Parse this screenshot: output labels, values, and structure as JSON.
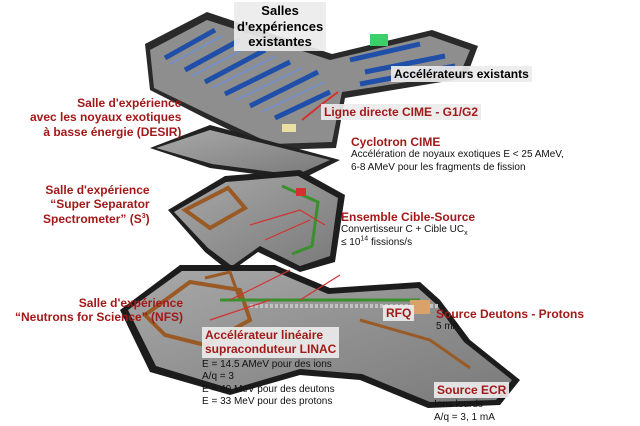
{
  "labels": {
    "existing_halls": [
      "Salles",
      "d'expériences",
      "existantes"
    ],
    "existing_accelerators": "Accélérateurs existants",
    "desir": [
      "Salle d'expérience",
      "avec les noyaux exotiques",
      "à basse énergie (DESIR)"
    ],
    "cime_line": "Ligne directe CIME - G1/G2",
    "cyclotron": {
      "title": "Cyclotron CIME",
      "lines": [
        "Accélération de noyaux exotiques E < 25 AMeV,",
        "6-8 AMeV pour les fragments de fission"
      ]
    },
    "s3": {
      "lines": [
        "Salle d'expérience",
        "“Super Separator",
        "Spectrometer” (S"
      ],
      "sup": "3",
      "close": ")"
    },
    "target_source": {
      "title": "Ensemble Cible-Source",
      "line1": "Convertisseur C + Cible UC",
      "line1_sub": "x",
      "line2_pre": "≤ 10",
      "line2_sup": "14",
      "line2_post": " fissions/s"
    },
    "nfs": [
      "Salle d'expérience",
      "“Neutrons for Science” (NFS)"
    ],
    "rfq": "RFQ",
    "deuton_source": {
      "title": "Source Deutons - Protons",
      "lines": [
        "5 mA"
      ]
    },
    "linac": {
      "title": [
        "Accélérateur linéaire",
        "supraconduteur LINAC"
      ],
      "lines": [
        "E = 14.5 AMeV pour des ions",
        "A/q = 3",
        "E = 40 MeV pour des deutons",
        "E = 33 MeV pour des protons"
      ]
    },
    "ecr": {
      "title": "Source ECR",
      "lines": [
        "Ions lourds",
        "A/q = 3, 1 mA"
      ]
    }
  },
  "colors": {
    "label_red": "#a31919",
    "slab_gray": "#8c8c8c",
    "existing_blue": "#1f4fa8",
    "new_brown": "#9a5a25",
    "beamline_green": "#3b8f2e"
  }
}
